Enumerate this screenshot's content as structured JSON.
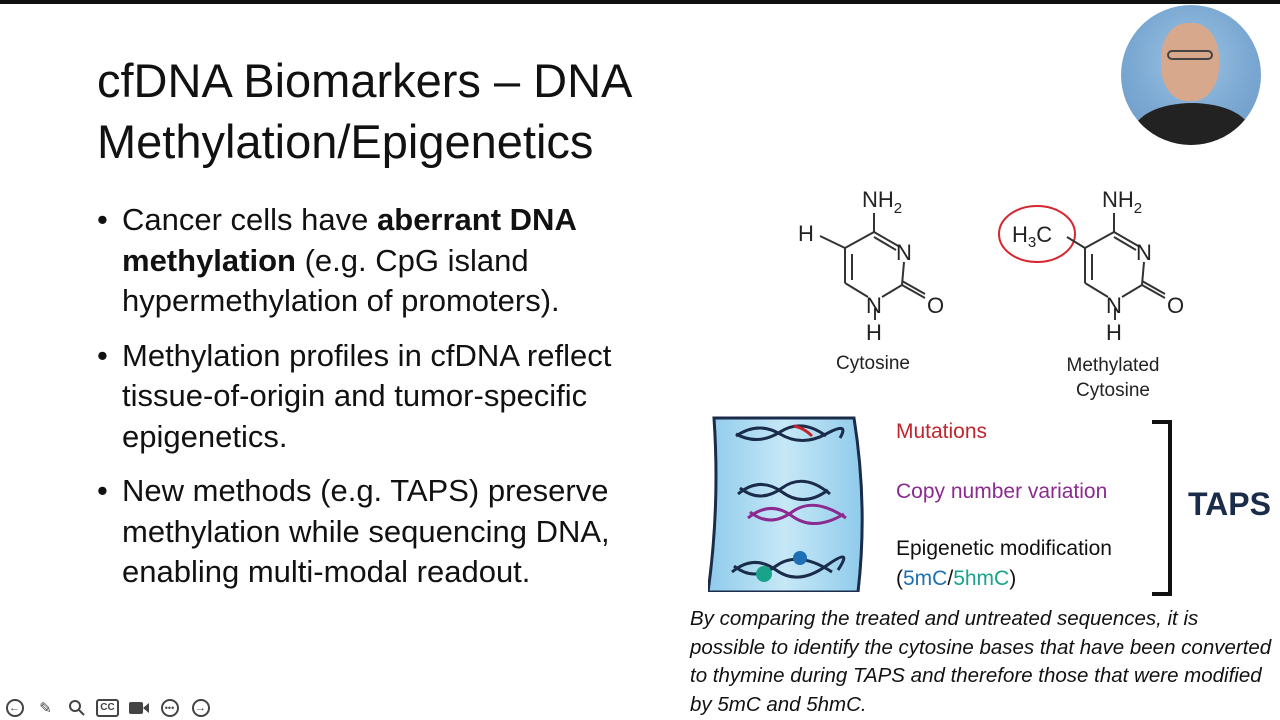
{
  "slide": {
    "title_line1": "cfDNA Biomarkers – DNA",
    "title_line2": "Methylation/Epigenetics",
    "bullets": {
      "b1_pre": "Cancer cells have ",
      "b1_bold": "aberrant DNA methylation",
      "b1_post": " (e.g. CpG island hypermethylation of promoters).",
      "b2": "Methylation profiles in cfDNA reflect tissue-of-origin and tumor-specific epigenetics.",
      "b3": "New methods (e.g. TAPS) preserve methylation while sequencing DNA, enabling multi-modal readout."
    }
  },
  "molecules": {
    "left_label": "Cytosine",
    "right_label_line1": "Methylated",
    "right_label_line2": "Cytosine",
    "atoms": {
      "nh2": "NH",
      "sub2": "2",
      "h": "H",
      "n": "N",
      "o": "O",
      "h3c_h": "H",
      "h3c_3": "3",
      "h3c_c": "C"
    }
  },
  "taps_figure": {
    "mutations": "Mutations",
    "cnv": "Copy number variation",
    "epigenetic": "Epigenetic modification",
    "paren_open": "(",
    "mod_5mc": "5mC",
    "slash": "/",
    "mod_5hmc": "5hmC",
    "paren_close": ")",
    "taps": "TAPS"
  },
  "caption": "By comparing the treated and untreated sequences, it is possible to identify the cytosine bases that have been converted to thymine during TAPS and therefore those that were modified by 5mC and 5hmC.",
  "toolbar": {
    "icons": [
      "back-arrow-icon",
      "pen-icon",
      "zoom-icon",
      "cc-icon",
      "video-icon",
      "more-icon",
      "forward-arrow-icon"
    ],
    "cc_label": "CC"
  },
  "colors": {
    "mutations": "#c0252e",
    "cnv": "#8b2a8f",
    "5mc": "#1f6fb4",
    "5hmc": "#19a38a",
    "taps": "#1a2c4a"
  }
}
